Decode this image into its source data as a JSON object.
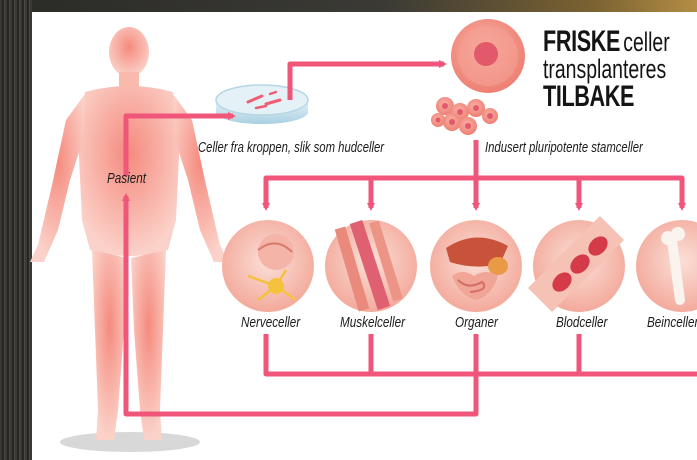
{
  "headline": {
    "line1_bold": "FRISKE",
    "line1_light": "celler",
    "line2": "transplanteres",
    "line3": "TILBAKE"
  },
  "labels": {
    "patient": "Pasient",
    "dish": "Celler fra kroppen, slik som hudceller",
    "stem": "Indusert pluripotente stamceller"
  },
  "cell_types": [
    {
      "label": "Nerveceller",
      "icon": "neuron-icon"
    },
    {
      "label": "Muskelceller",
      "icon": "muscle-fiber-icon"
    },
    {
      "label": "Organer",
      "icon": "organs-icon"
    },
    {
      "label": "Blodceller",
      "icon": "blood-cells-icon"
    },
    {
      "label": "Beinceller",
      "icon": "bone-icon"
    }
  ],
  "colors": {
    "arrow": "#f0567a",
    "body": "#f7a79a",
    "cell": "#f28b7e"
  }
}
